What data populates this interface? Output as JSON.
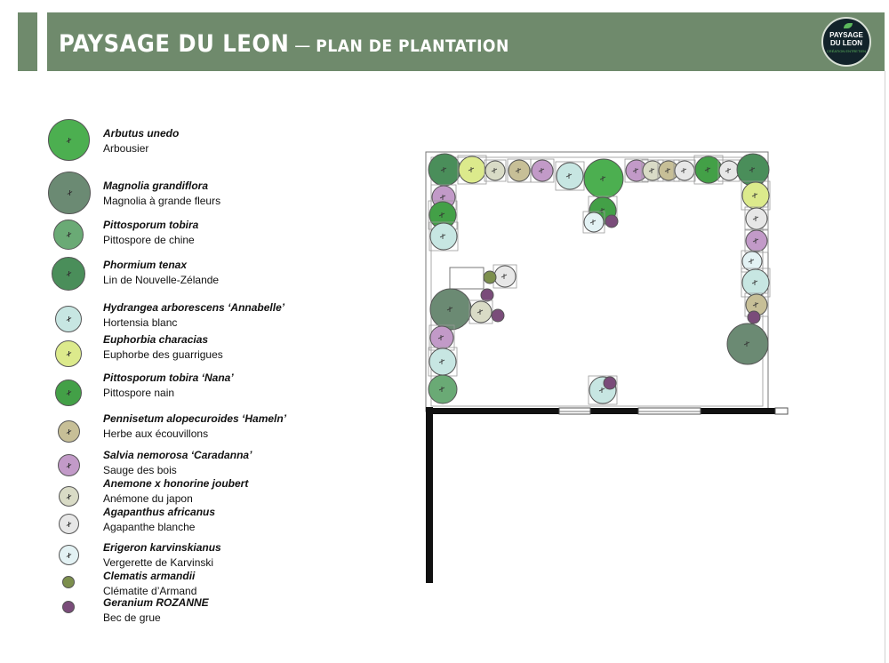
{
  "header": {
    "title": "PAYSAGE DU LEON",
    "separator": "—",
    "subtitle": "PLAN DE PLANTATION",
    "logo_line1": "PAYSAGE",
    "logo_line2": "DU LEON",
    "logo_line3": "CRÉATION ENTRETIEN"
  },
  "colors": {
    "header": "#6f8a6c",
    "logo_bg": "#12232a"
  },
  "legend": [
    {
      "latin": "Arbutus unedo",
      "common": "Arbousier",
      "color": "#4caf50"
    },
    {
      "latin": "Magnolia grandiflora",
      "common": "Magnolia à grande fleurs",
      "color": "#6b8a73"
    },
    {
      "latin": "Pittosporum tobira",
      "common": "Pittospore de chine",
      "color": "#6aaa75"
    },
    {
      "latin": "Phormium tenax",
      "common": "Lin de Nouvelle-Zélande",
      "color": "#4a8e5a"
    },
    {
      "latin": "Hydrangea arborescens ‘Annabelle’",
      "common": "Hortensia blanc",
      "color": "#c7e6e2"
    },
    {
      "latin": "Euphorbia characias",
      "common": "Euphorbe des guarrigues",
      "color": "#dcea8c"
    },
    {
      "latin": "Pittosporum tobira ‘Nana’",
      "common": "Pittospore nain",
      "color": "#43a047"
    },
    {
      "latin": "Pennisetum alopecuroides ‘Hameln’",
      "common": "Herbe aux écouvillons",
      "color": "#c7bf97"
    },
    {
      "latin": "Salvia nemorosa ‘Caradanna’",
      "common": "Sauge des bois",
      "color": "#c29ac8"
    },
    {
      "latin": "Anemone x honorine joubert",
      "common": "Anémone du japon",
      "color": "#d9dbc6"
    },
    {
      "latin": "Agapanthus africanus",
      "common": "Agapanthe blanche",
      "color": "#e7e7e7"
    },
    {
      "latin": "Erigeron karvinskianus",
      "common": "Vergerette de Karvinski",
      "color": "#e3f2f4"
    },
    {
      "latin": "Clematis armandii",
      "common": "Clématite d’Armand",
      "color": "#7c8f4d"
    },
    {
      "latin": "Geranium ROZANNE",
      "common": "Bec de grue",
      "color": "#7a4c7a"
    }
  ]
}
